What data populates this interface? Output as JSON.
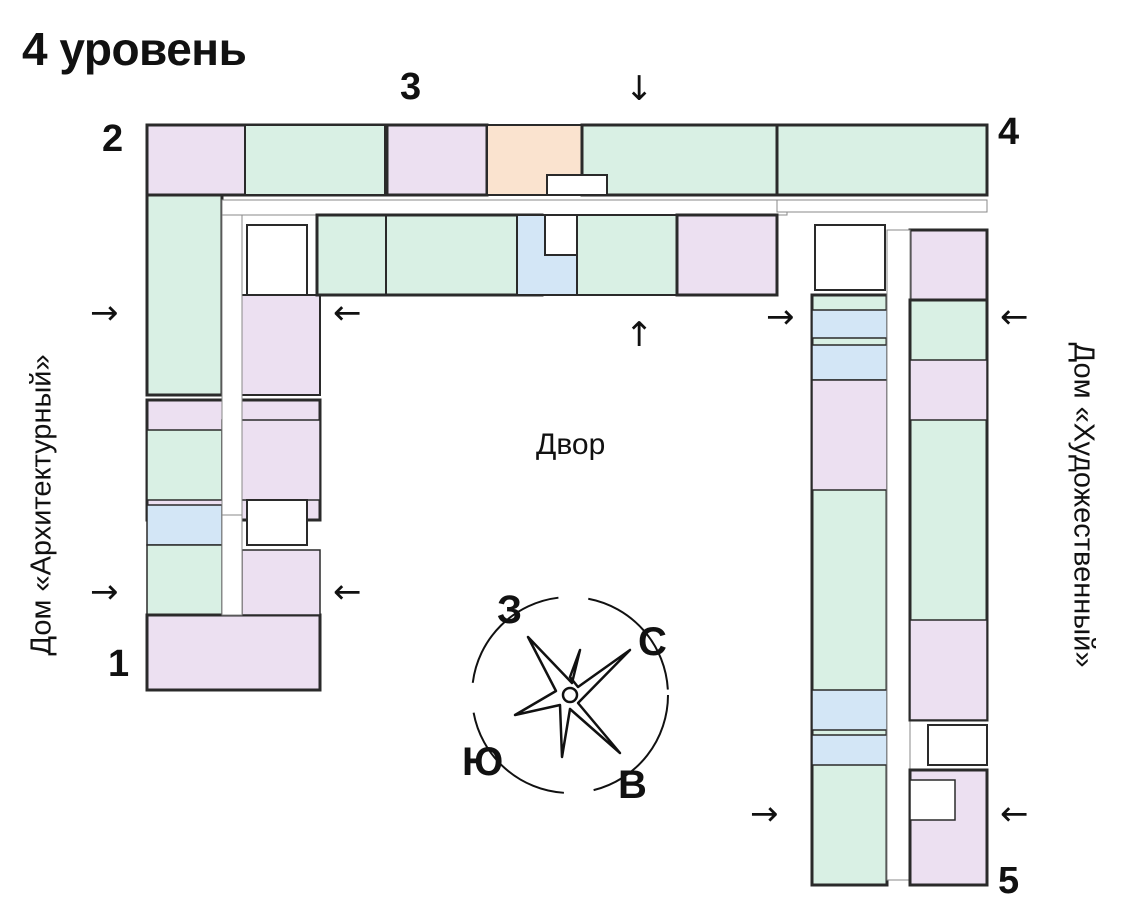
{
  "title": "4 уровень",
  "yard_label": "Двор",
  "houses": {
    "left": "Дом «Архитектурный»",
    "right": "Дом «Художественный»"
  },
  "section_numbers": [
    "1",
    "2",
    "3",
    "4",
    "5"
  ],
  "compass": {
    "west": "З",
    "north": "С",
    "south": "Ю",
    "east": "В"
  },
  "colors": {
    "one_room": "#d9f0e4",
    "two_room": "#cfe8da",
    "three_room": "#ece0f1",
    "studio": "#d3e6f6",
    "orange_unit": "#fae3cf",
    "walls": "#2a2a2a"
  },
  "icons": {
    "entrance_arrow": "arrow-icon",
    "compass_rose": "compass-rose-icon"
  }
}
